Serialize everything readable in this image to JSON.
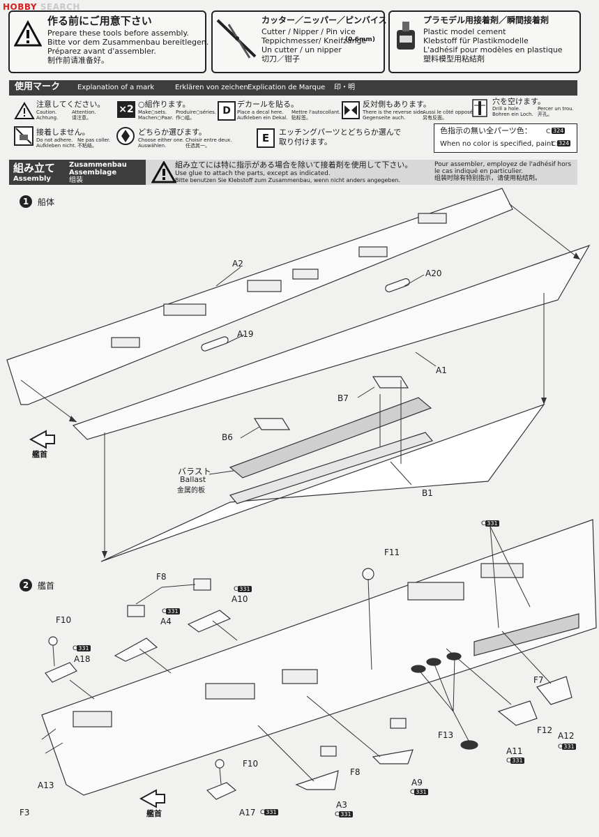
{
  "watermark": {
    "brand": "HOBBY",
    "rest": " SEARCH"
  },
  "before_box": {
    "title": "作る前にご用意下さい",
    "lines": [
      "Prepare these tools before assembly.",
      "Bitte vor dem Zusammenbau bereitlegen.",
      "Préparez avant d'assembler.",
      "制作前请准备好。"
    ]
  },
  "tools_box": {
    "title": "カッター／ニッパー／ピンバイス",
    "lines": [
      "Cutter / Nipper / Pin vice",
      "Teppichmesser/ Kneifzange",
      "Un cutter / un nipper",
      "切刀／钳子"
    ],
    "pinvice_size": "(0.6mm)"
  },
  "cement_box": {
    "title": "プラモデル用接着剤／瞬間接着剤",
    "lines": [
      "Plastic model cement",
      "Klebstoff für Plastikmodelle",
      "L'adhésif pour modèles en plastique",
      "塑料模型用粘結剤"
    ]
  },
  "marks_bar": {
    "jp": "使用マーク",
    "en": "Explanation of a mark",
    "de": "Erklären von zeichen",
    "fr": "Explication de Marque",
    "cn": "印・明"
  },
  "marks": [
    {
      "jp": "注意してください。",
      "sub": [
        "Caution.",
        "Attention.",
        "Achtung.",
        "请注意。"
      ]
    },
    {
      "icon": "×2",
      "jp": "○組作ります。",
      "sub": [
        "Make○sets.",
        "Produire○séries.",
        "Machen○Paar.",
        "作○组。"
      ]
    },
    {
      "icon": "D",
      "jp": "デカールを貼る。",
      "sub": [
        "Place a decal here.",
        "Mettre l'autocollant.",
        "Aufkleben ein Dekal.",
        "贴标签。"
      ]
    },
    {
      "jp": "反対側もあります。",
      "sub": [
        "There is the reverse side.",
        "Aussi le côté opposé.",
        "Gegenseite auch.",
        "另有反面。"
      ]
    },
    {
      "jp": "穴を空けます。",
      "sub": [
        "Drill a hole.",
        "Percer un trou.",
        "Bohren ein Loch.",
        "开孔。"
      ]
    },
    {
      "jp": "接着しません。",
      "sub": [
        "Do not adhere.",
        "Ne pas coller.",
        "Aufkleben nicht.",
        "不粘结。"
      ]
    },
    {
      "jp": "どちらか選びます。",
      "sub": [
        "Choose either one.",
        "Choisir entre deux.",
        "Auswählen.",
        "任选其一。"
      ]
    },
    {
      "icon": "E",
      "jp": "エッチングパーツとどちらか選んで",
      "jp2": "取り付けます。"
    }
  ],
  "color_note": {
    "jp": "色指示の無い全パーツ色：",
    "en": "When no color is specified, paint :",
    "c": "C",
    "code": "324"
  },
  "assembly_bar": {
    "jp": "組み立て",
    "en": "Assembly",
    "de": "Zusammenbau",
    "fr": "Assemblage",
    "cn": "组装",
    "note_jp": "組み立てには特に指示がある場合を除いて接着剤を使用して下さい。",
    "note_en": "Use glue to attach the parts, except as indicated.",
    "note_de": "Bitte benutzen Sie Klebstoff zum Zusammenbau, wenn nicht anders angegeben.",
    "note_fr1": "Pour assembler, employez de l'adhésif hors",
    "note_fr2": "le cas indiqué en particulier.",
    "note_cn": "组装时除有特别指示，请使用粘结剤。"
  },
  "step1": {
    "num": "1",
    "title": "船体",
    "bow": "艦首",
    "parts": {
      "A2": "A2",
      "A20": "A20",
      "A19": "A19",
      "A1": "A1",
      "B7": "B7",
      "B6": "B6",
      "B1": "B1"
    },
    "ballast": {
      "jp": "バラスト",
      "en": "Ballast",
      "cn": "金属的板"
    }
  },
  "step2": {
    "num": "2",
    "title": "艦首",
    "bow": "艦首",
    "parts": {
      "F8a": "F8",
      "F10a": "F10",
      "A18": "A18",
      "A4": "A4",
      "A10": "A10",
      "F11": "F11",
      "F7": "F7",
      "F12": "F12",
      "A12": "A12",
      "A11": "A11",
      "F13": "F13",
      "A13": "A13",
      "F10b": "F10",
      "F8b": "F8",
      "A9": "A9",
      "A3": "A3",
      "A17": "A17",
      "F3": "F3"
    },
    "color": {
      "c": "C",
      "code": "331"
    }
  }
}
